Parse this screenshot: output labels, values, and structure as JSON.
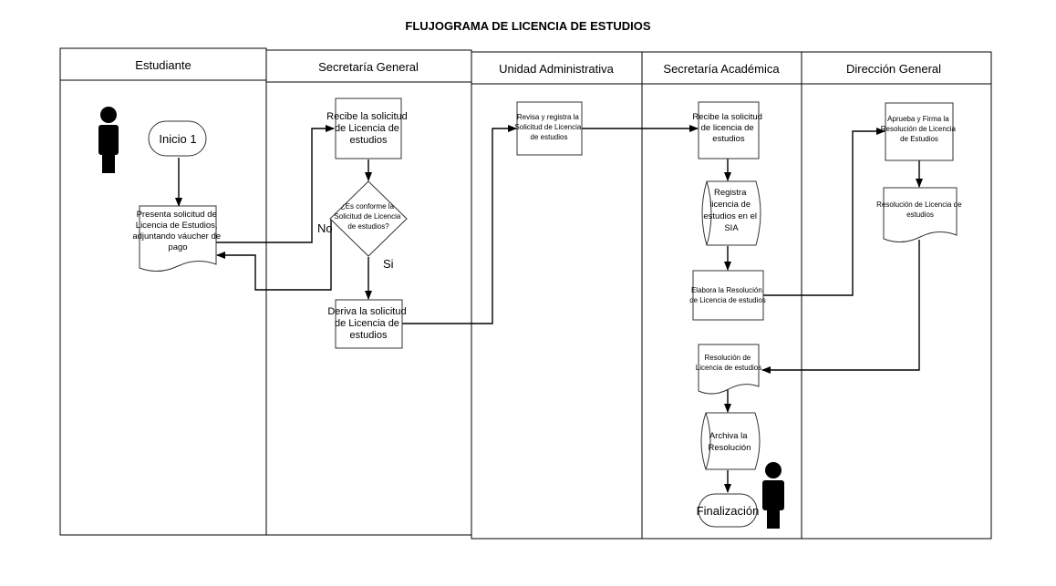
{
  "title": "FLUJOGRAMA DE LICENCIA DE ESTUDIOS",
  "lanes": [
    "Estudiante",
    "Secretaría General",
    "Unidad Administrativa",
    "Secretaría Académica",
    "Dirección General"
  ],
  "nodes": {
    "inicio": [
      "Inicio 1"
    ],
    "presenta": [
      "Presenta solicitud de",
      "Licencia de Estudios,",
      "adjuntando váucher de",
      "pago"
    ],
    "recibe_sg": [
      "Recibe la solicitud",
      "de Licencia de",
      "estudios"
    ],
    "decision": [
      "¿Es conforme la",
      "Solicitud de Licencia",
      "de estudios?"
    ],
    "deriva": [
      "Deriva la solicitud",
      "de Licencia de",
      "estudios"
    ],
    "revisa": [
      "Revisa y registra la",
      "Solicitud de Licencia",
      "de estudios"
    ],
    "recibe_sa": [
      "Recibe la solicitud",
      "de licencia de",
      "estudios"
    ],
    "registra": [
      "Registra",
      "licencia de",
      "estudios en el",
      "SIA"
    ],
    "elabora": [
      "Elabora la Resolución",
      "de Licencia de estudios"
    ],
    "resolucion_sa": [
      "Resolución de",
      "Licencia de estudios"
    ],
    "archiva": [
      "Archiva la",
      "Resolución"
    ],
    "finalizacion": [
      "Finalización"
    ],
    "aprueba": [
      "Aprueba y Firma la",
      "Resolución de Licencia",
      "de Estudios"
    ],
    "resolucion_dg": [
      "Resolución de Licencia de",
      "estudios"
    ]
  },
  "edge_labels": {
    "no": "No",
    "si": "Si"
  },
  "icons": [
    "person-icon"
  ]
}
